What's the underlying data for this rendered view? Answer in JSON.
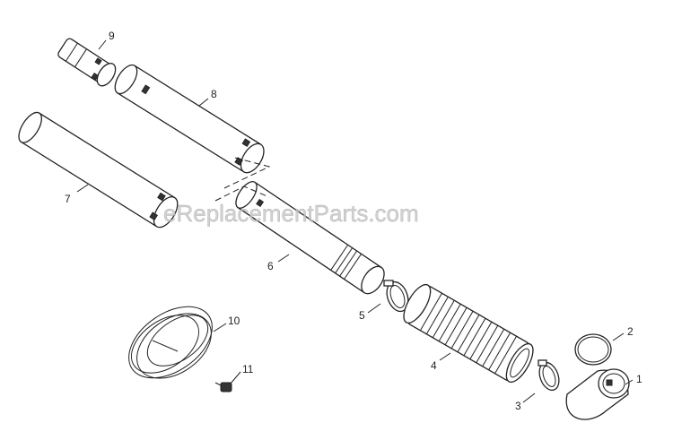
{
  "watermark": "eReplacementParts.com",
  "callouts": {
    "c1": "1",
    "c2": "2",
    "c3": "3",
    "c4": "4",
    "c5": "5",
    "c6": "6",
    "c7": "7",
    "c8": "8",
    "c9": "9",
    "c10": "10",
    "c11": "11"
  }
}
